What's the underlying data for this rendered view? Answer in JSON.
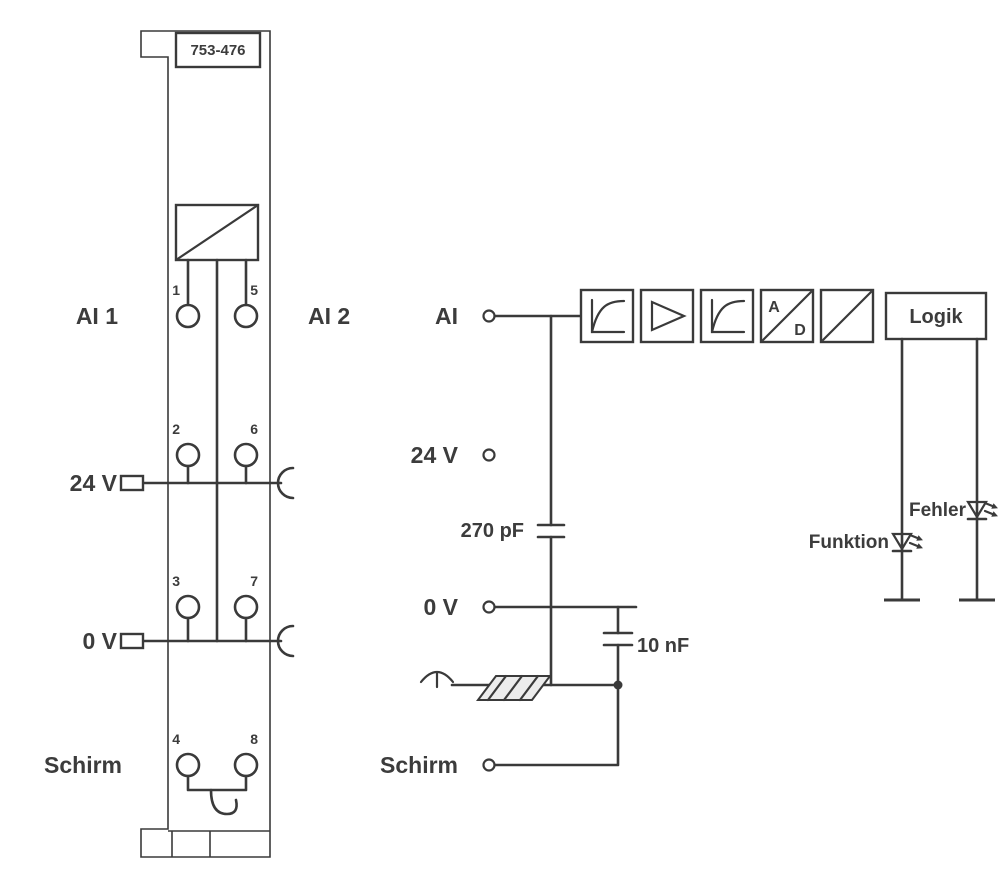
{
  "diagram_title": "753-476",
  "module": {
    "part_number": "753-476",
    "labels": {
      "ai1": "AI 1",
      "ai2": "AI 2",
      "v24": "24 V",
      "v0": "0 V",
      "shield": "Schirm"
    },
    "terminal_numbers": [
      "1",
      "2",
      "3",
      "4",
      "5",
      "6",
      "7",
      "8"
    ]
  },
  "schematic": {
    "labels": {
      "ai": "AI",
      "v24": "24 V",
      "v0": "0 V",
      "shield": "Schirm",
      "cap_input": "270 pF",
      "cap_ground": "10 nF",
      "led_error": "Fehler",
      "led_function": "Funktion",
      "logic": "Logik",
      "adc_a": "A",
      "adc_d": "D"
    }
  },
  "colors": {
    "line": "#3a3a3a",
    "text": "#3c3c3c",
    "background": "#ffffff"
  }
}
